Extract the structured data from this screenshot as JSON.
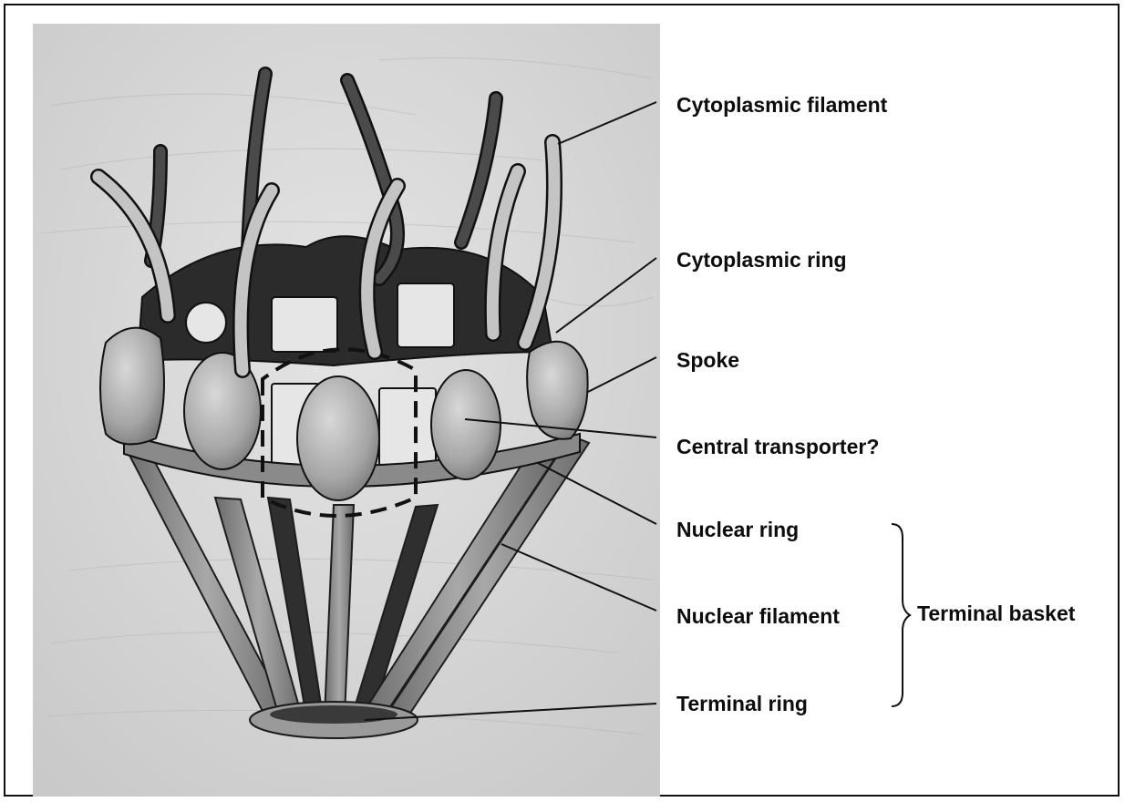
{
  "labels": {
    "cytoplasmic_filament": "Cytoplasmic filament",
    "cytoplasmic_ring": "Cytoplasmic ring",
    "spoke": "Spoke",
    "central_transporter": "Central transporter?",
    "nuclear_ring": "Nuclear ring",
    "nuclear_filament": "Nuclear filament",
    "terminal_ring": "Terminal ring",
    "terminal_basket": "Terminal basket"
  },
  "colors": {
    "line": "#111111",
    "filament": "#5a5a5a",
    "light_filament": "#bdbdbd",
    "dark_fill": "#2b2b2b",
    "mid_fill": "#8c8c8c",
    "paper": "#d9d9d9"
  }
}
